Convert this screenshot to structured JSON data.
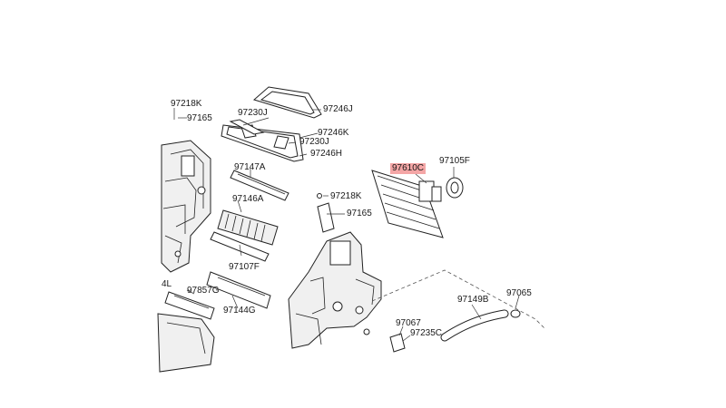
{
  "highlight_color": "#f4a6a6",
  "labels": {
    "p97218K_a": "97218K",
    "p97165_a": "97165",
    "p97230J_a": "97230J",
    "p97246J": "97246J",
    "p97246K": "97246K",
    "p97230J_b": "97230J",
    "p97246H": "97246H",
    "p97147A": "97147A",
    "p97610C": "97610C",
    "p97105F": "97105F",
    "p97218K_b": "97218K",
    "p97146A": "97146A",
    "p97165_b": "97165",
    "p97107F": "97107F",
    "p97857G": "97857G",
    "p97144G": "97144G",
    "pL": "4L",
    "p97149B": "97149B",
    "p97065": "97065",
    "p97067": "97067",
    "p97235C": "97235C"
  }
}
